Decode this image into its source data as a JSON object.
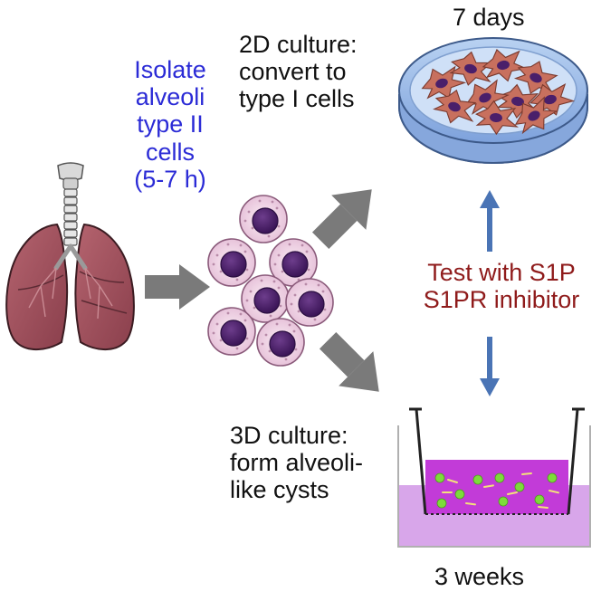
{
  "isolate": {
    "lines": [
      "Isolate",
      "alveoli",
      "type II",
      "cells",
      "(5-7 h)"
    ],
    "color": "#2b2bd6"
  },
  "culture_2d": {
    "lines": [
      "2D culture:",
      "convert to",
      "type I cells"
    ]
  },
  "duration_2d": "7 days",
  "culture_3d": {
    "lines": [
      "3D culture:",
      "form alveoli-",
      "like cysts"
    ]
  },
  "duration_3d": "3 weeks",
  "test": {
    "lines": [
      "Test with S1P",
      "S1PR inhibitor"
    ],
    "color": "#8f1b1b"
  },
  "colors": {
    "arrow_gray": "#7a7a7a",
    "arrow_blue": "#4a74b5",
    "lung": "#9e4f5c",
    "cell_nucleus": "#4a1f6a",
    "cell_body": "#f1d6e6",
    "dish_blue": "#8fb3e6",
    "type1_cell": "#c8705e",
    "gel_purple": "#c23bd8",
    "medium_lavender": "#d8a6ea",
    "cyst_green": "#7ddc3a"
  },
  "icons": [
    "lungs-icon",
    "cell-cluster-icon",
    "petri-dish-icon",
    "transwell-insert-icon"
  ]
}
